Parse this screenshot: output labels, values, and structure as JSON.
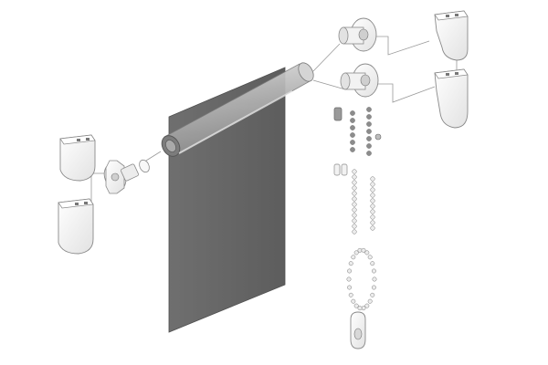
{
  "diagram": {
    "kind": "exploded-view",
    "subject": "roller blind",
    "colors": {
      "background": "#ffffff",
      "fabric": "#6a6a6a",
      "tube_glass": "#b7b7b7",
      "part_fill": "#f4f4f4",
      "part_stroke": "#8a8a8a",
      "chain_bead": "#ececec",
      "connector_line": "#9a9a9a"
    },
    "parts": [
      {
        "id": "left-brackets",
        "icon": "bracket-icon",
        "count": 2
      },
      {
        "id": "idler-end-plug",
        "icon": "end-plug-icon",
        "count": 1
      },
      {
        "id": "roller-tube",
        "icon": "tube-icon",
        "count": 1
      },
      {
        "id": "fabric-panel",
        "icon": "fabric-icon",
        "count": 1
      },
      {
        "id": "control-clutch",
        "icon": "clutch-icon",
        "count": 2
      },
      {
        "id": "right-brackets",
        "icon": "bracket-icon",
        "count": 2
      },
      {
        "id": "bead-chain-loop",
        "icon": "chain-icon",
        "count": 1
      },
      {
        "id": "chain-weight",
        "icon": "weight-icon",
        "count": 1
      }
    ]
  }
}
